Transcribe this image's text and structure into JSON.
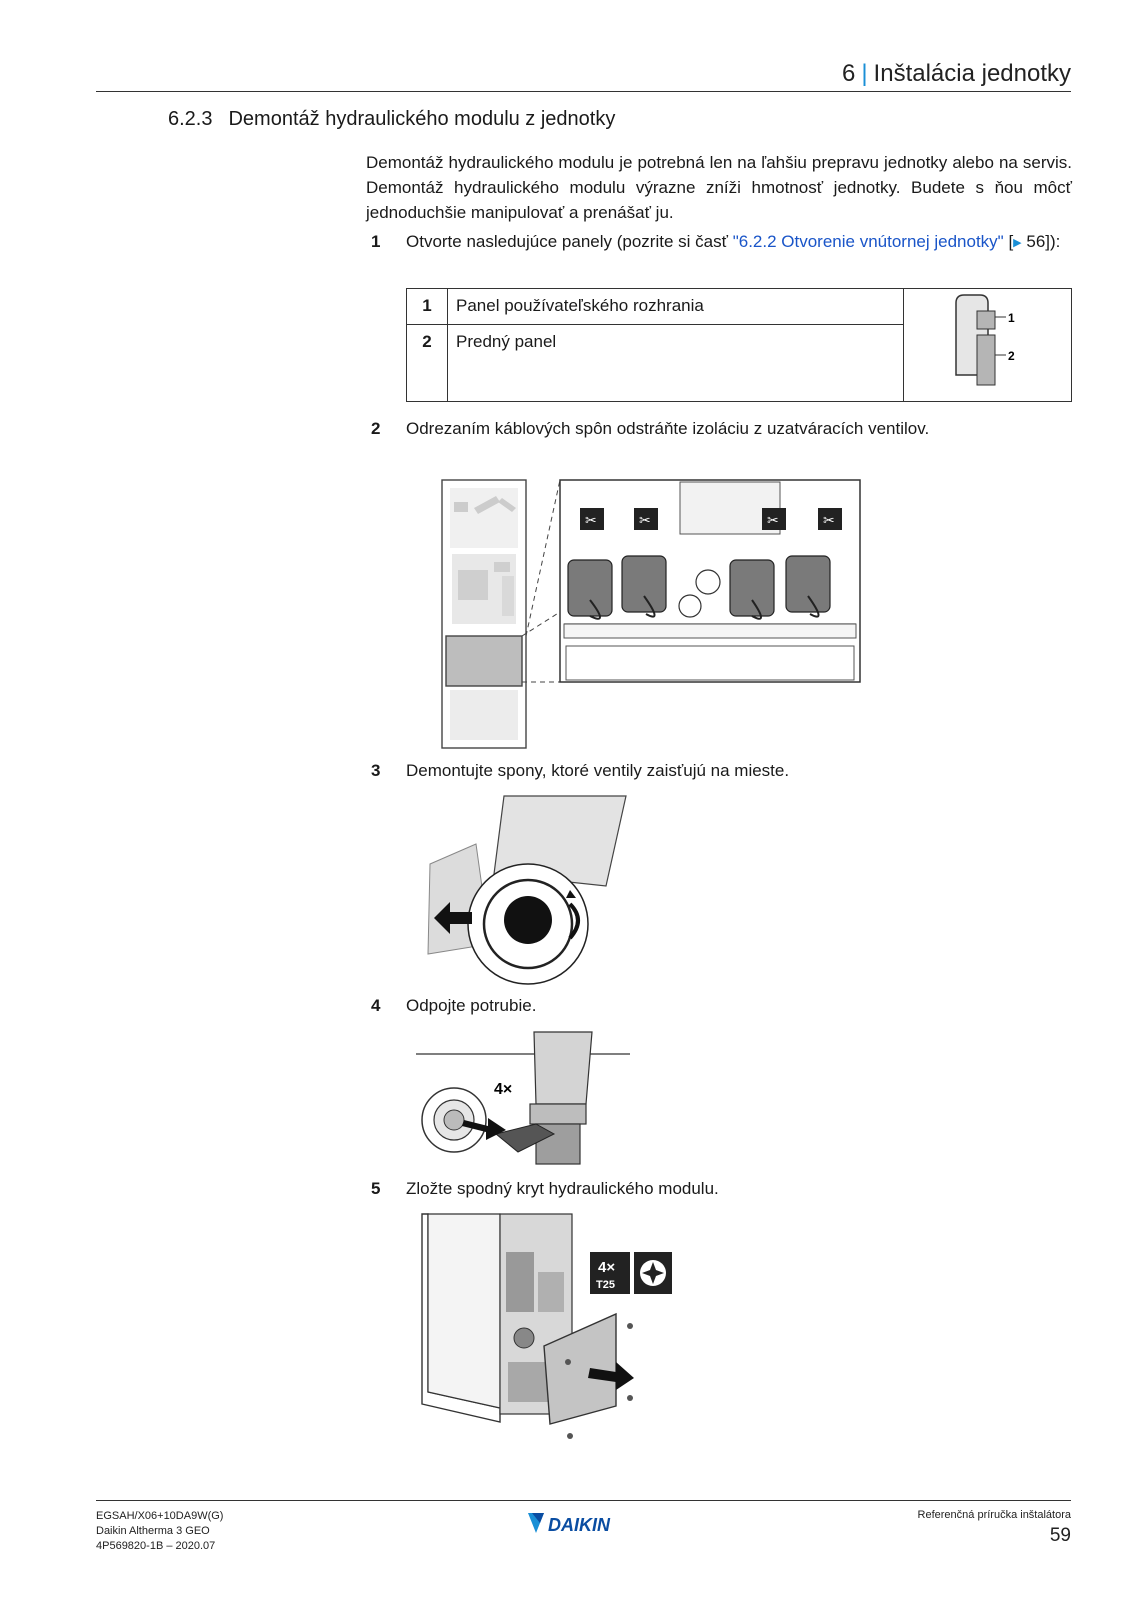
{
  "header": {
    "chapter_num": "6",
    "separator": "|",
    "chapter_title": "Inštalácia jednotky"
  },
  "section": {
    "number": "6.2.3",
    "title": "Demontáž hydraulického modulu z jednotky"
  },
  "intro": "Demontáž hydraulického modulu je potrebná len na ľahšiu prepravu jednotky alebo na servis. Demontáž hydraulického modulu výrazne zníži hmotnosť jednotky. Budete s ňou môcť jednoduchšie manipulovať a prenášať ju.",
  "steps": [
    {
      "num": "1",
      "text_before": "Otvorte nasledujúce panely (pozrite si časť ",
      "link": "\"6.2.2 Otvorenie vnútornej jednotky\"",
      "ref_open": " [",
      "ref_page": "56",
      "ref_close": "]):"
    },
    {
      "num": "2",
      "text": "Odrezaním káblových spôn odstráňte izoláciu z uzatváracích ventilov."
    },
    {
      "num": "3",
      "text": "Demontujte spony, ktoré ventily zaisťujú na mieste."
    },
    {
      "num": "4",
      "text": "Odpojte potrubie."
    },
    {
      "num": "5",
      "text": "Zložte spodný kryt hydraulického modulu."
    }
  ],
  "panel_table": [
    {
      "num": "1",
      "label": "Panel používateľského rozhrania"
    },
    {
      "num": "2",
      "label": "Predný panel"
    }
  ],
  "figure_labels": {
    "callout_1": "1",
    "callout_2": "2",
    "qty_4x": "4×",
    "qty_4x_b": "4×",
    "tool": "T25"
  },
  "footer": {
    "model": "EGSAH/X06+10DA9W(G)",
    "product": "Daikin Altherma 3 GEO",
    "doc": "4P569820-1B – 2020.07",
    "brand": "DAIKIN",
    "manual": "Referenčná príručka inštalátora",
    "page": "59"
  }
}
